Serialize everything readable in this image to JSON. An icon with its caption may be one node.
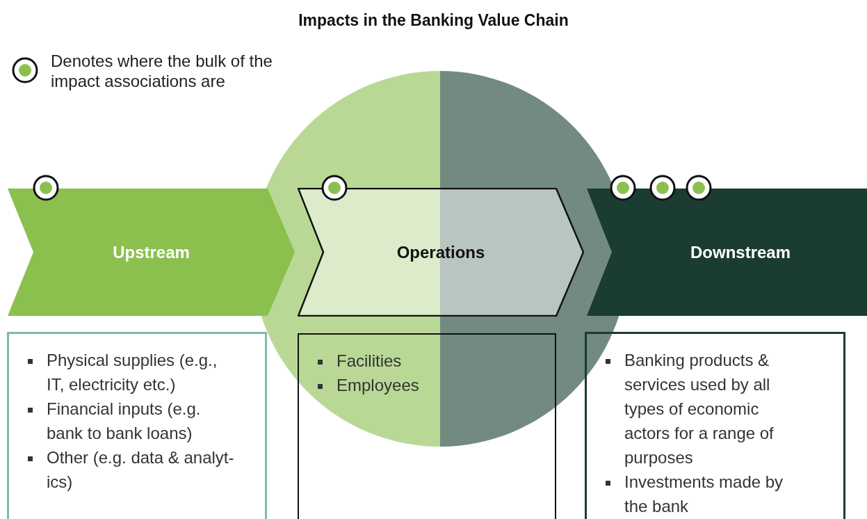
{
  "diagram": {
    "title": "Impacts in the Banking Value Chain",
    "nodes": [
      {
        "text": [
          "Upstream"
        ]
      },
      {
        "text": [
          "Operations"
        ]
      },
      {
        "text": [
          "Downstream"
        ]
      },
      {
        "text": [
          "Physical supplies (e.g., IT, electricity etc.)",
          "Financial inputs (e.g. bank to bank loans)",
          "Other (e.g. data & analyt-ics)"
        ]
      },
      {
        "text": [
          "Facilities",
          "Employees"
        ]
      },
      {
        "text": [
          "Banking products & services used by all types of economic actors for a range of purposes",
          "Investments made by the bank"
        ]
      }
    ],
    "edges": [],
    "legend": [
      {
        "text": "Denotes where the bulk of the impact associations are"
      }
    ]
  }
}
